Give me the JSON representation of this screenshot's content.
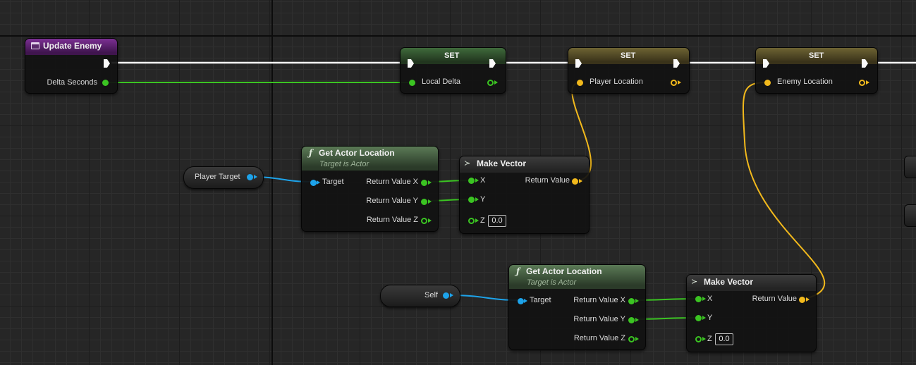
{
  "colors": {
    "exec": "#ffffff",
    "float": "#3bc422",
    "vector": "#f2b91c",
    "object": "#1da3ea",
    "event_header": "#7b2f93"
  },
  "event_node": {
    "title": "Update Enemy",
    "icon": "event-icon",
    "pin_delta": "Delta Seconds"
  },
  "set_local_delta": {
    "title": "SET",
    "pin": "Local Delta"
  },
  "set_player_location": {
    "title": "SET",
    "pin": "Player Location"
  },
  "set_enemy_location": {
    "title": "SET",
    "pin": "Enemy Location"
  },
  "player_target_var": {
    "label": "Player Target"
  },
  "self_var": {
    "label": "Self"
  },
  "get_actor_location_1": {
    "title": "Get Actor Location",
    "subtitle": "Target is Actor",
    "icon": "function-icon",
    "pin_target": "Target",
    "out_x": "Return Value X",
    "out_y": "Return Value Y",
    "out_z": "Return Value Z"
  },
  "get_actor_location_2": {
    "title": "Get Actor Location",
    "subtitle": "Target is Actor",
    "icon": "function-icon",
    "pin_target": "Target",
    "out_x": "Return Value X",
    "out_y": "Return Value Y",
    "out_z": "Return Value Z"
  },
  "make_vector_1": {
    "title": "Make Vector",
    "icon": "make-vector-icon",
    "in_x": "X",
    "in_y": "Y",
    "in_z": "Z",
    "z_value": "0.0",
    "out": "Return Value"
  },
  "make_vector_2": {
    "title": "Make Vector",
    "icon": "make-vector-icon",
    "in_x": "X",
    "in_y": "Y",
    "in_z": "Z",
    "z_value": "0.0",
    "out": "Return Value"
  }
}
